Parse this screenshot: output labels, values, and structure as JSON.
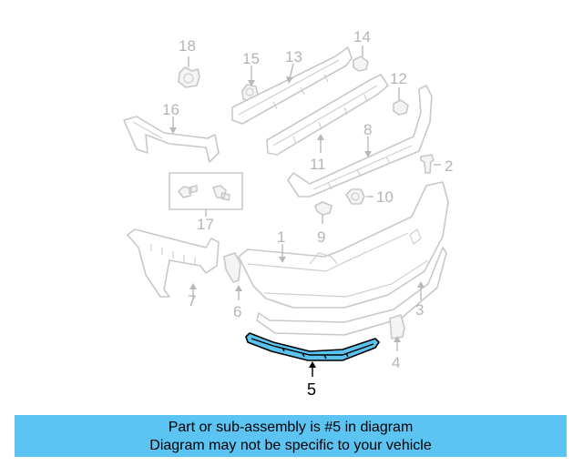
{
  "colors": {
    "highlight": "#5bc4ee",
    "banner": "#5bc4f2",
    "parts": "#c8c8c8"
  },
  "callouts": {
    "c1": "1",
    "c2": "2",
    "c3": "3",
    "c4": "4",
    "c5": "5",
    "c6": "6",
    "c7": "7",
    "c8": "8",
    "c9": "9",
    "c10": "10",
    "c11": "11",
    "c12": "12",
    "c13": "13",
    "c14": "14",
    "c15": "15",
    "c16": "16",
    "c17": "17",
    "c18": "18"
  },
  "banner": {
    "line1": "Part or sub-assembly is #5 in diagram",
    "line2": "Diagram may not be specific to your vehicle"
  }
}
